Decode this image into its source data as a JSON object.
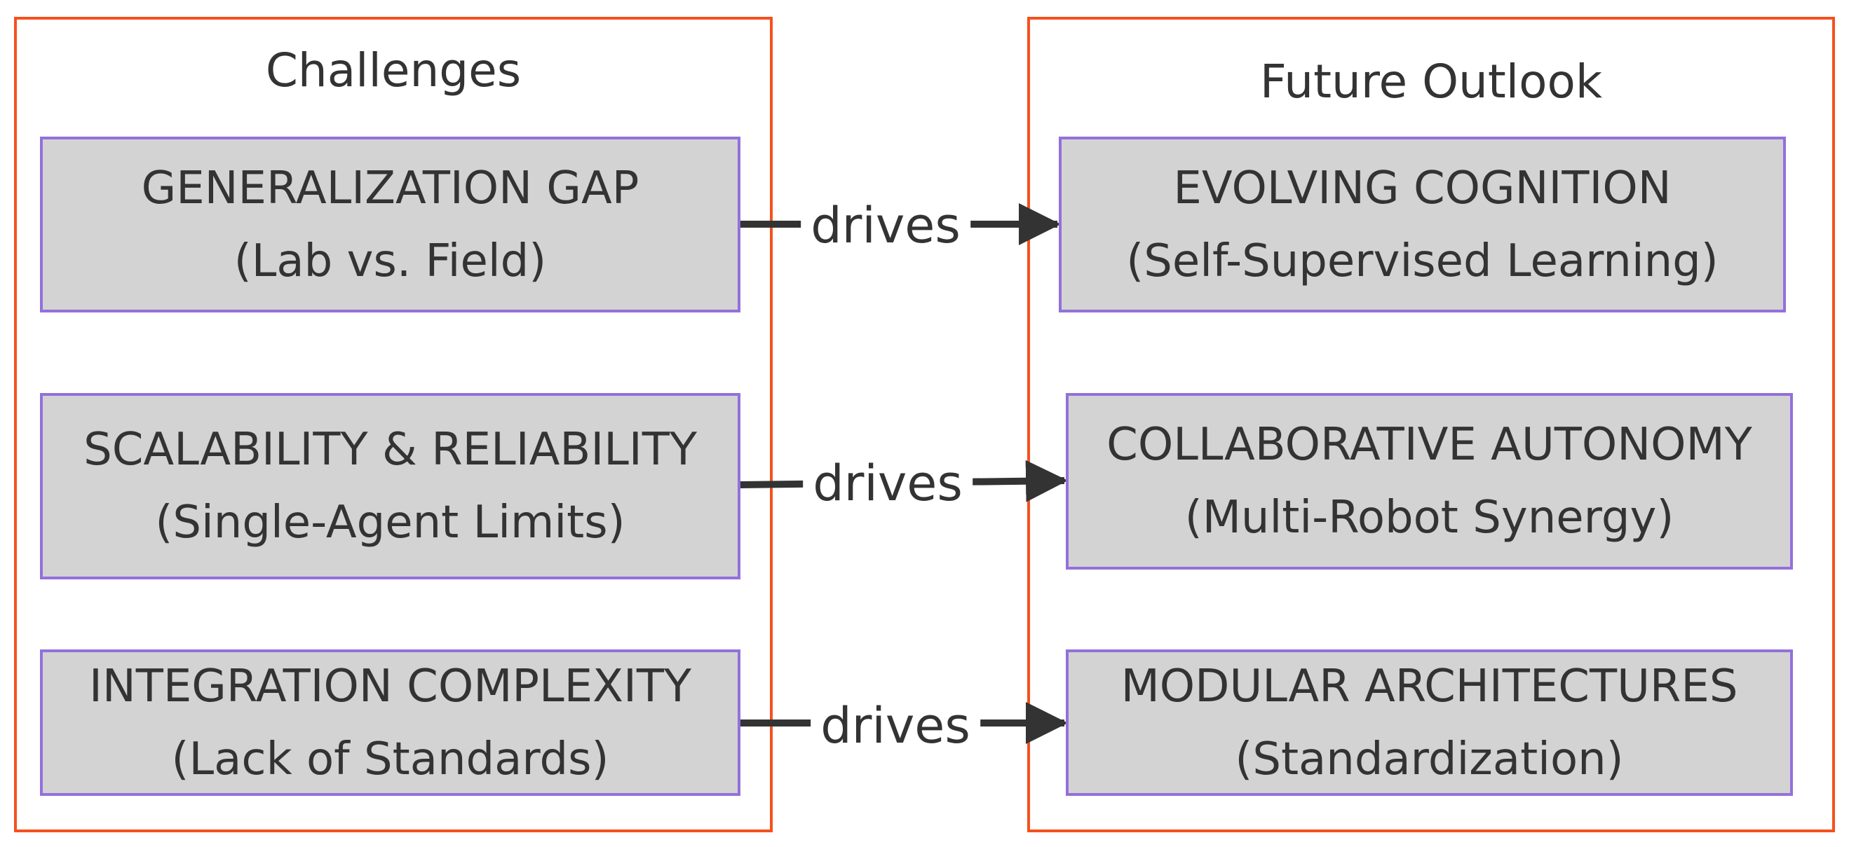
{
  "groups": {
    "challenges": {
      "title": "Challenges"
    },
    "outlook": {
      "title": "Future Outlook"
    }
  },
  "challenges": [
    {
      "title": "GENERALIZATION GAP",
      "subtitle": "(Lab vs. Field)"
    },
    {
      "title": "SCALABILITY & RELIABILITY",
      "subtitle": "(Single-Agent Limits)"
    },
    {
      "title": "INTEGRATION COMPLEXITY",
      "subtitle": "(Lack of Standards)"
    }
  ],
  "outlook": [
    {
      "title": "EVOLVING COGNITION",
      "subtitle": "(Self-Supervised Learning)"
    },
    {
      "title": "COLLABORATIVE AUTONOMY",
      "subtitle": "(Multi-Robot Synergy)"
    },
    {
      "title": "MODULAR ARCHITECTURES",
      "subtitle": "(Standardization)"
    }
  ],
  "edges": [
    {
      "label": "drives"
    },
    {
      "label": "drives"
    },
    {
      "label": "drives"
    }
  ],
  "colors": {
    "group_border": "#f4511e",
    "node_fill": "#d3d3d3",
    "node_border": "#9370db",
    "edge": "#333333"
  }
}
